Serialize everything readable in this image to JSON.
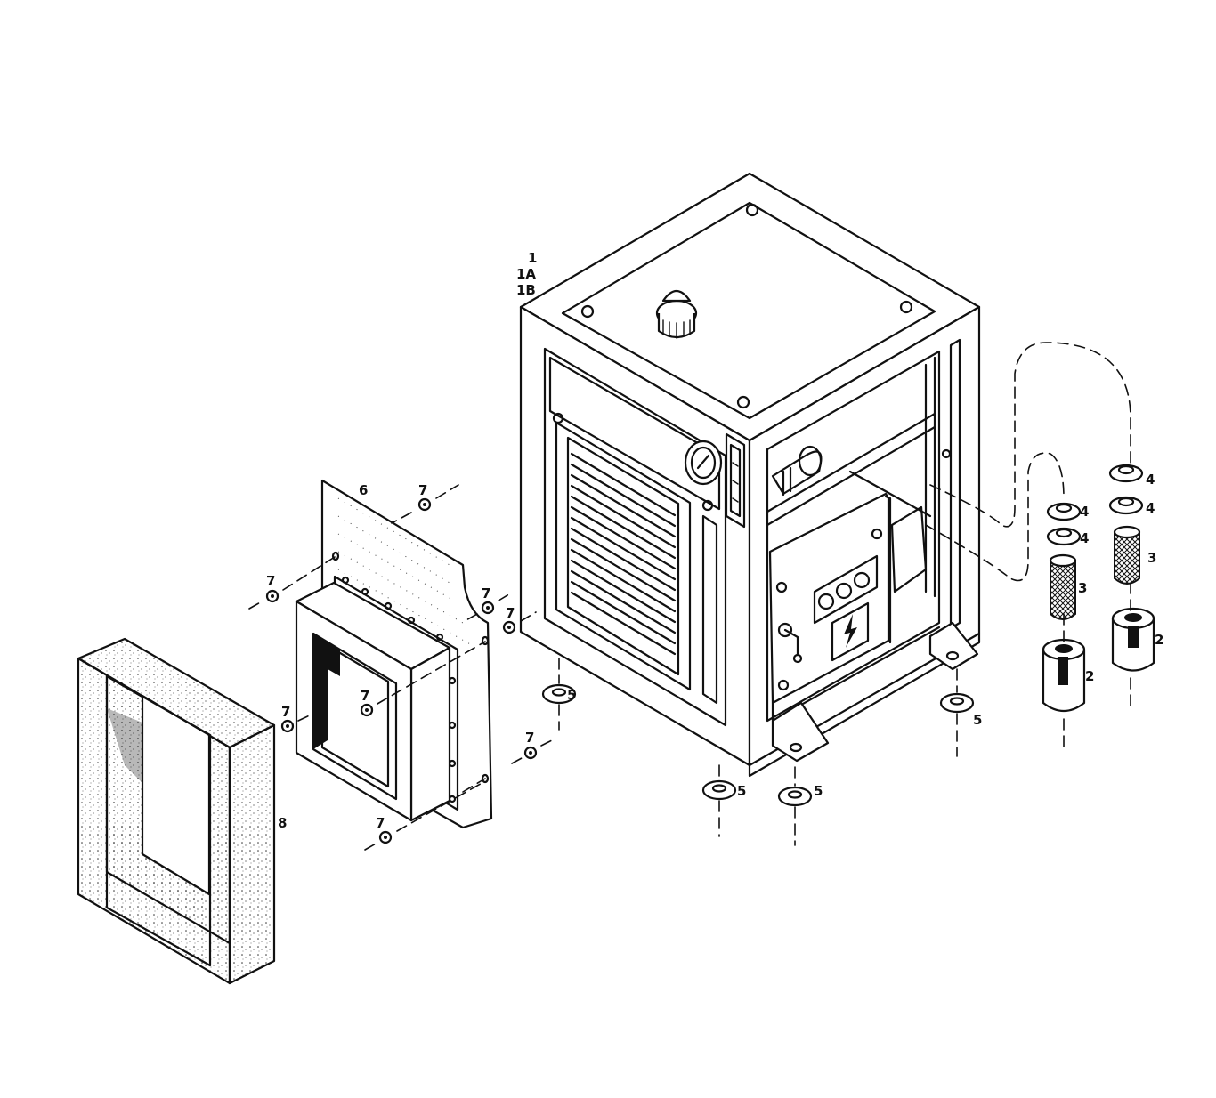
{
  "callouts": {
    "main_unit": [
      "1",
      "1A",
      "1B"
    ],
    "item2": "2",
    "item3": "3",
    "item4": "4",
    "item5": "5",
    "item6": "6",
    "item7": "7",
    "item8": "8"
  }
}
